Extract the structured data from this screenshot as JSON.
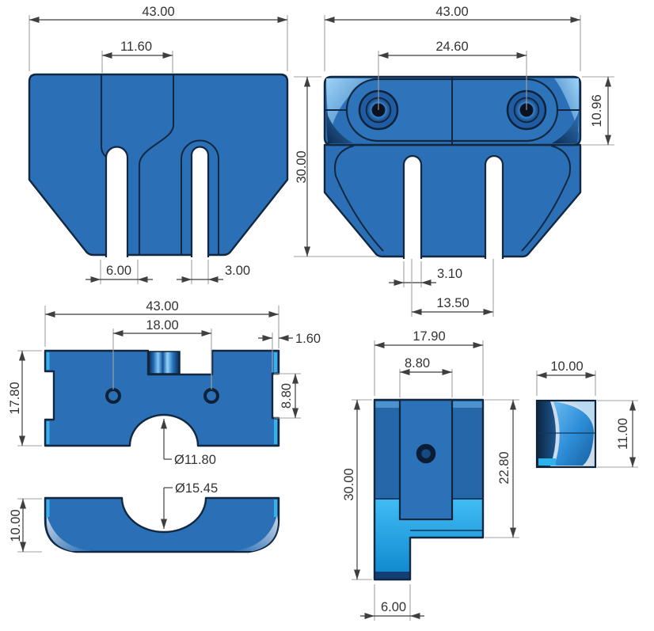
{
  "drawing": {
    "kind": "multi-view dimensioned CAD drawing",
    "subject": "blue 3D-printed extruder mount clamp, five orthographic views"
  },
  "colors": {
    "body": "#2b70b6",
    "outline": "#122740",
    "cyan_highlight": "#2eb2ed",
    "dim_line": "#3f3f3f",
    "ext_line": "#a2a2a2",
    "text": "#333333",
    "background": "#ffffff"
  },
  "views": {
    "front": {
      "dims": {
        "overall_width": "43.00",
        "joint_width": "11.60",
        "left_slot_offset": "6.00",
        "slot_width": "3.00"
      }
    },
    "back": {
      "dims": {
        "overall_width": "43.00",
        "hole_spacing": "24.60",
        "clamp_height": "10.96",
        "overall_height": "30.00",
        "slot_width": "3.10",
        "slot_spacing": "13.50"
      }
    },
    "top": {
      "dims": {
        "overall_width": "43.00",
        "hole_spacing": "18.00",
        "edge_step": "1.60",
        "overall_depth": "17.80",
        "side_notch_width": "8.80",
        "small_bore": "Ø11.80"
      }
    },
    "bottom": {
      "dims": {
        "large_bore": "Ø15.45",
        "thickness": "10.00"
      }
    },
    "side": {
      "dims": {
        "overall_width": "17.90",
        "channel_width": "8.80",
        "overall_height": "30.00",
        "shoulder_height": "22.80",
        "foot_width": "6.00"
      }
    },
    "detail": {
      "dims": {
        "width": "10.00",
        "height": "11.00"
      }
    }
  }
}
